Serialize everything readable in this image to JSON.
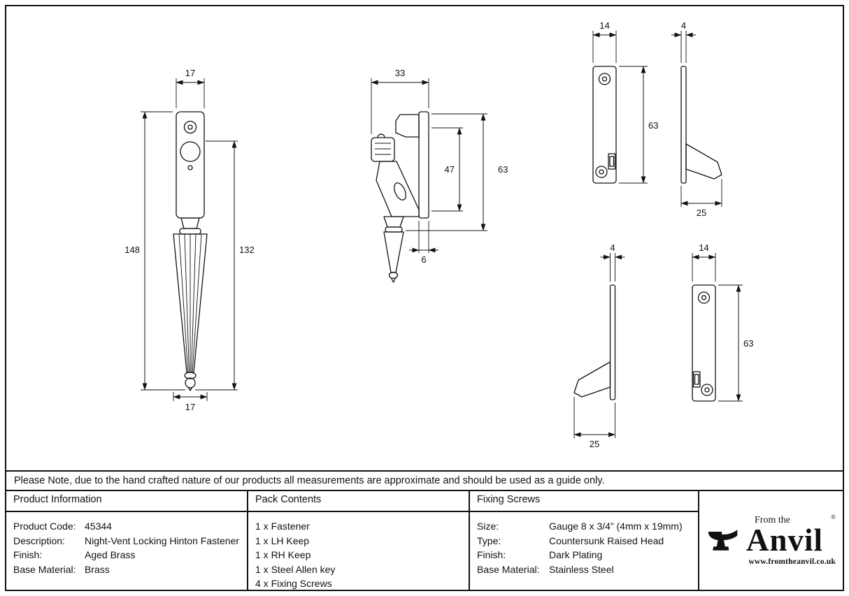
{
  "drawing": {
    "dims": {
      "fastener_front_top_width": "17",
      "fastener_front_height": "148",
      "fastener_front_handle_height": "132",
      "fastener_front_bottom_width": "17",
      "fastener_side_top_width": "33",
      "fastener_side_inner_height": "47",
      "fastener_side_height": "63",
      "fastener_side_plate_thickness": "6",
      "keep_rh_front_width": "14",
      "keep_rh_front_height": "63",
      "keep_rh_side_thickness": "4",
      "keep_rh_side_depth": "25",
      "keep_lh_side_thickness": "4",
      "keep_lh_side_depth": "25",
      "keep_lh_front_width": "14",
      "keep_lh_front_height": "63"
    }
  },
  "note": "Please Note, due to the hand crafted nature of our products all measurements are approximate and should be used as a guide only.",
  "table": {
    "product_information": {
      "header": "Product Information",
      "rows": [
        {
          "label": "Product Code:",
          "value": "45344"
        },
        {
          "label": "Description:",
          "value": "Night-Vent Locking Hinton Fastener"
        },
        {
          "label": "Finish:",
          "value": "Aged Brass"
        },
        {
          "label": "Base Material:",
          "value": "Brass"
        }
      ]
    },
    "pack_contents": {
      "header": "Pack Contents",
      "items": [
        "1 x Fastener",
        "1 x LH Keep",
        "1 x RH Keep",
        "1 x Steel Allen key",
        "4 x Fixing Screws"
      ]
    },
    "fixing_screws": {
      "header": "Fixing Screws",
      "rows": [
        {
          "label": "Size:",
          "value": "Gauge 8 x 3/4” (4mm x 19mm)"
        },
        {
          "label": "Type:",
          "value": "Countersunk Raised Head"
        },
        {
          "label": "Finish:",
          "value": "Dark Plating"
        },
        {
          "label": "Base Material:",
          "value": "Stainless Steel"
        }
      ]
    }
  },
  "brand": {
    "tagline": "From the",
    "registered": "®",
    "name": "Anvil",
    "url": "www.fromtheanvil.co.uk"
  }
}
